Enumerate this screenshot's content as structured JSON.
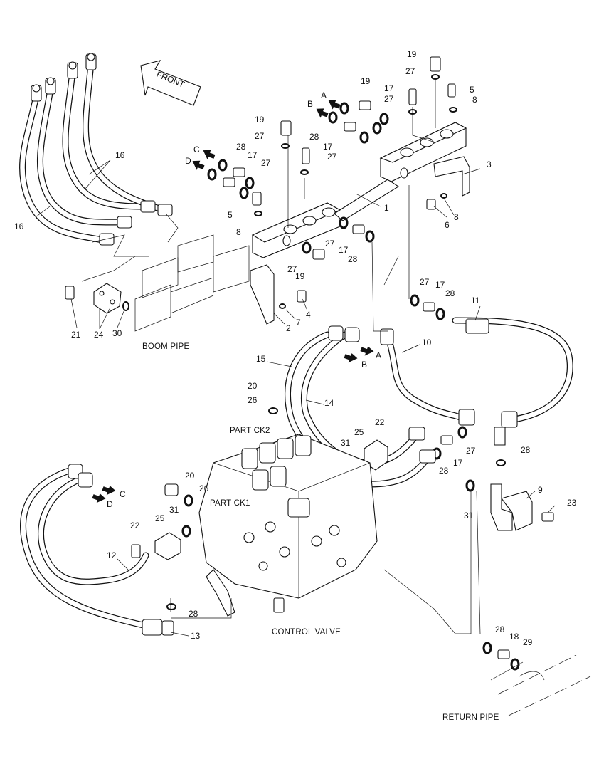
{
  "front_label": "FRONT",
  "captions": {
    "boom_pipe": "BOOM PIPE",
    "part_ck2": "PART CK2",
    "part_ck1": "PART CK1",
    "control_valve": "CONTROL VALVE",
    "return_pipe": "RETURN PIPE"
  },
  "arrow_letters": {
    "a_top": "A",
    "b_top": "B",
    "c_top": "C",
    "d_top": "D",
    "a_mid": "A",
    "b_mid": "B",
    "c_low": "C",
    "d_low": "D"
  },
  "callouts": [
    "19",
    "27",
    "5",
    "8",
    "19",
    "17",
    "27",
    "28",
    "19",
    "27",
    "17",
    "27",
    "28",
    "17",
    "27",
    "3",
    "16",
    "16",
    "1",
    "5",
    "8",
    "6",
    "8",
    "27",
    "17",
    "28",
    "27",
    "19",
    "2",
    "7",
    "4",
    "21",
    "24",
    "30",
    "27",
    "17",
    "28",
    "11",
    "10",
    "15",
    "14",
    "20",
    "26",
    "22",
    "25",
    "31",
    "27",
    "28",
    "17",
    "28",
    "20",
    "26",
    "31",
    "25",
    "22",
    "12",
    "13",
    "28",
    "9",
    "23",
    "31",
    "28",
    "18",
    "29"
  ]
}
